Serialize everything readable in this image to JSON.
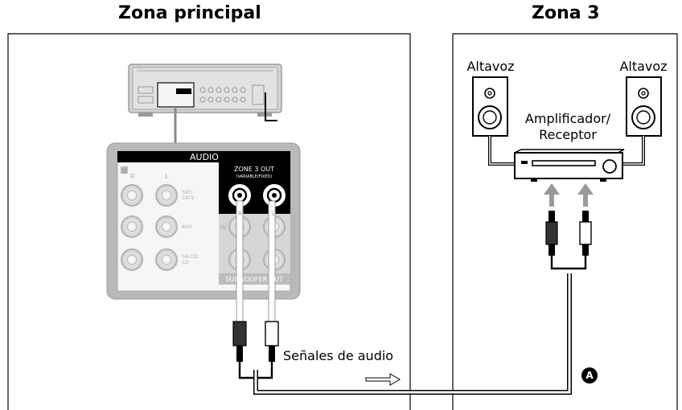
{
  "zones": {
    "main_title": "Zona principal",
    "zone3_title": "Zona 3"
  },
  "panel": {
    "header": "AUDIO",
    "zone3_out": "ZONE 3 OUT",
    "zone3_mode": "(VARIABLE/FIXED)",
    "col_r": "R",
    "col_l": "L",
    "sat_catv": "SAT/\nCATV",
    "aux": "AUX",
    "sacd_cd": "SA-CD/\nCD",
    "tv": "TV",
    "subwoofer_out": "SUBWOOFER OUT",
    "ohm": "⊡"
  },
  "zone3": {
    "speaker_left": "Altavoz",
    "speaker_right": "Altavoz",
    "amplifier_line1": "Amplificador/",
    "amplifier_line2": "Receptor"
  },
  "signal_label": "Señales de audio",
  "callout": "A",
  "colors": {
    "line": "#000000",
    "panel_gray": "#b5b5b5",
    "arrow_gray": "#9a9a9a",
    "unit_gray": "#cfcfcf"
  }
}
